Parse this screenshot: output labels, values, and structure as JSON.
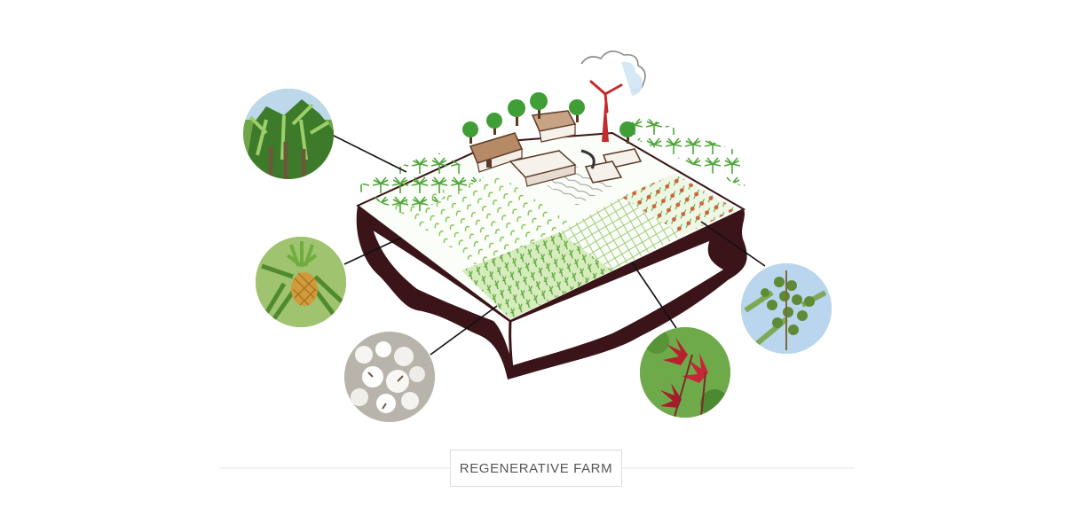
{
  "caption": {
    "label": "REGENERATIVE FARM"
  },
  "colors": {
    "soil": "#3a1418",
    "field_green": "#7bbf4a",
    "light_green": "#c9e7a8",
    "tree_green": "#3f9e35",
    "windmill_red": "#c22b2b",
    "building_brown": "#9a6a4a",
    "cloud_blue": "#8ec6e6",
    "divider": "#e6e6e6"
  },
  "crops": [
    {
      "name": "banana-plant"
    },
    {
      "name": "pineapple"
    },
    {
      "name": "cotton"
    },
    {
      "name": "hibiscus-roselle"
    },
    {
      "name": "castor-bean"
    }
  ]
}
